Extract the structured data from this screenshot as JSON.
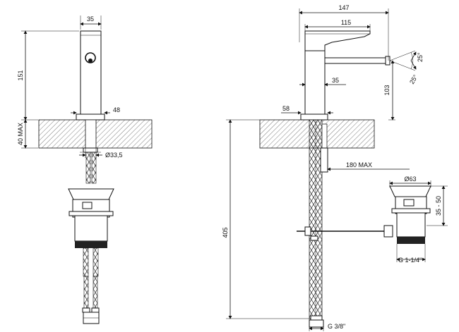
{
  "drawing": {
    "side_view": {
      "dim_width": "35",
      "dim_height": "151",
      "dim_base": "48",
      "dim_counter_max": "40 MAX",
      "dim_hole": "Ø33,5"
    },
    "front_view": {
      "dim_total_depth": "147",
      "dim_spout_length": "115",
      "dim_body": "35",
      "dim_base": "58",
      "dim_angle_top": "25°",
      "dim_angle_bottom": "25°",
      "dim_height": "103",
      "dim_drop_height": "405",
      "dim_rod_reach": "180 MAX",
      "dim_waste_dia": "Ø63",
      "dim_waste_range": "35 - 50",
      "dim_waste_thread": "G 1-1/4\"",
      "dim_hose_thread": "G 3/8\""
    }
  },
  "colors": {
    "ink": "#111111",
    "hatch": "#444444",
    "background": "#ffffff"
  }
}
